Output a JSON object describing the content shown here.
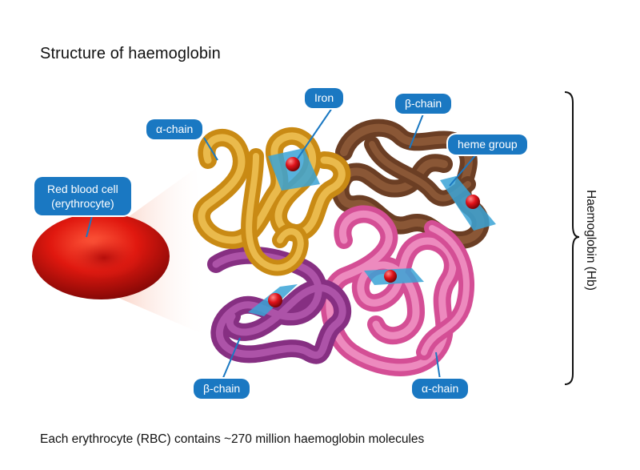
{
  "title": "Structure of haemoglobin",
  "caption": "Each erythrocyte (RBC) contains ~270 million haemoglobin molecules",
  "side_label": "Haemoglobin (Hb)",
  "labels": {
    "iron": "Iron",
    "beta_chain_top": "β-chain",
    "alpha_chain_top": "α-chain",
    "heme_group": "heme group",
    "red_blood_cell_line1": "Red blood cell",
    "red_blood_cell_line2": "(erythrocyte)",
    "beta_chain_bottom": "β-chain",
    "alpha_chain_bottom": "α-chain"
  },
  "colors": {
    "label_bg": "#1a78c2",
    "alpha_chain_gold": "#e0a52a",
    "beta_chain_brown": "#7a4a2e",
    "beta_chain_purple": "#9c3f97",
    "alpha_chain_pink": "#e56fae",
    "heme_plate": "#3aa3d6",
    "iron": "#d6101a",
    "rbc": "#d81a10"
  }
}
